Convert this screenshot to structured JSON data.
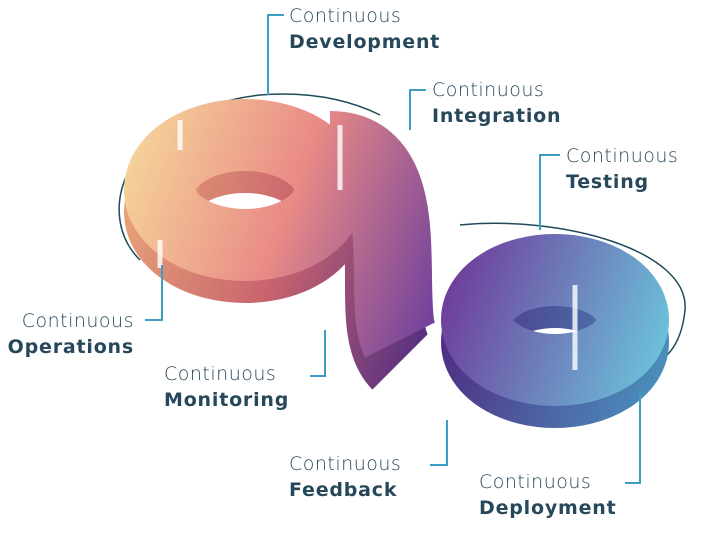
{
  "colors": {
    "text": "#27485a",
    "leader_line": "#3b9cc4",
    "outline": "#1f4a5a",
    "gradient_left": "#f6d79a",
    "gradient_mid": "#e98a86",
    "gradient_purple": "#6e3f9c",
    "gradient_right": "#6cc9de"
  },
  "stages": [
    {
      "prefix": "Continuous",
      "name": "Development"
    },
    {
      "prefix": "Continuous",
      "name": "Integration"
    },
    {
      "prefix": "Continuous",
      "name": "Testing"
    },
    {
      "prefix": "Continuous",
      "name": "Operations"
    },
    {
      "prefix": "Continuous",
      "name": "Monitoring"
    },
    {
      "prefix": "Continuous",
      "name": "Feedback"
    },
    {
      "prefix": "Continuous",
      "name": "Deployment"
    }
  ]
}
